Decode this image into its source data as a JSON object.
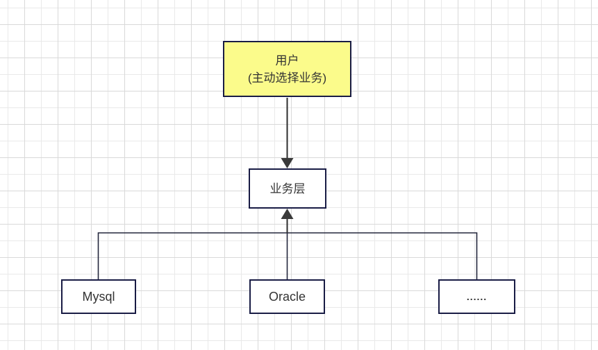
{
  "diagram": {
    "type": "flowchart",
    "description": "User selects business layer backed by multiple databases",
    "nodes": {
      "user": {
        "line1": "用户",
        "line2": "(主动选择业务)"
      },
      "business": {
        "label": "业务层"
      },
      "mysql": {
        "label": "Mysql"
      },
      "oracle": {
        "label": "Oracle"
      },
      "others": {
        "label": "......"
      }
    },
    "edges": [
      {
        "from": "user",
        "to": "business",
        "direction": "down",
        "arrowhead": true
      },
      {
        "from": "mysql",
        "to": "business",
        "direction": "up",
        "arrowhead": true,
        "via": "bus"
      },
      {
        "from": "oracle",
        "to": "business",
        "direction": "up",
        "arrowhead": true,
        "via": "bus"
      },
      {
        "from": "others",
        "to": "business",
        "direction": "up",
        "arrowhead": true,
        "via": "bus"
      }
    ]
  },
  "colors": {
    "user_fill": "#fbfb8b",
    "node_fill": "#ffffff",
    "node_border": "#181b44",
    "text_color": "#333333",
    "connector_arrow": "#2e2e2e",
    "connector_bus": "#23263c",
    "arrowhead_fill": "#3a3a3a",
    "grid_minor": "#e9e9e9",
    "grid_major": "#d9d9d9",
    "canvas_bg": "#ffffff"
  }
}
